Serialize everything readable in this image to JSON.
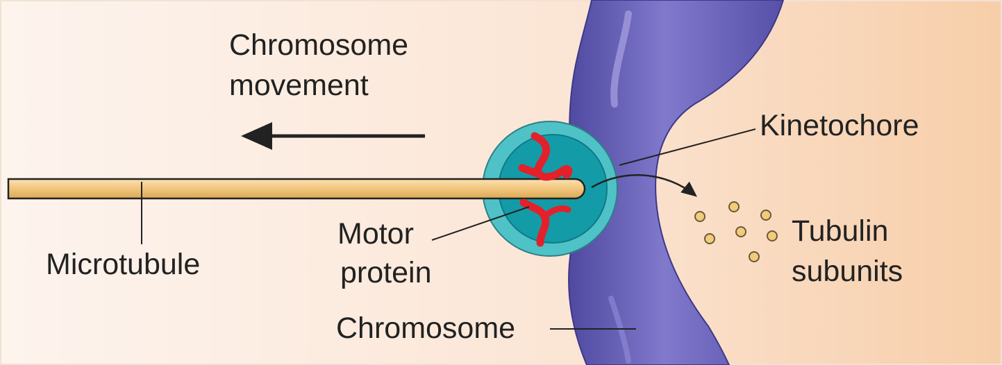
{
  "labels": {
    "movement": [
      "Chromosome",
      "movement"
    ],
    "kinetochore": "Kinetochore",
    "microtubule": "Microtubule",
    "motor_protein": [
      "Motor",
      "protein"
    ],
    "tubulin": [
      "Tubulin",
      "subunits"
    ],
    "chromosome": "Chromosome"
  },
  "colors": {
    "background_left": "#fdf3ec",
    "background_right": "#f8d3b0",
    "chromosome": "#6a64b8",
    "kinetochore_ring": "#3fb8be",
    "kinetochore_inner": "#129aa6",
    "microtubule": "#f3cd8a",
    "motor_protein": "#e3202a",
    "tubulin_subunit": "#f0c97a",
    "line": "#222222"
  }
}
